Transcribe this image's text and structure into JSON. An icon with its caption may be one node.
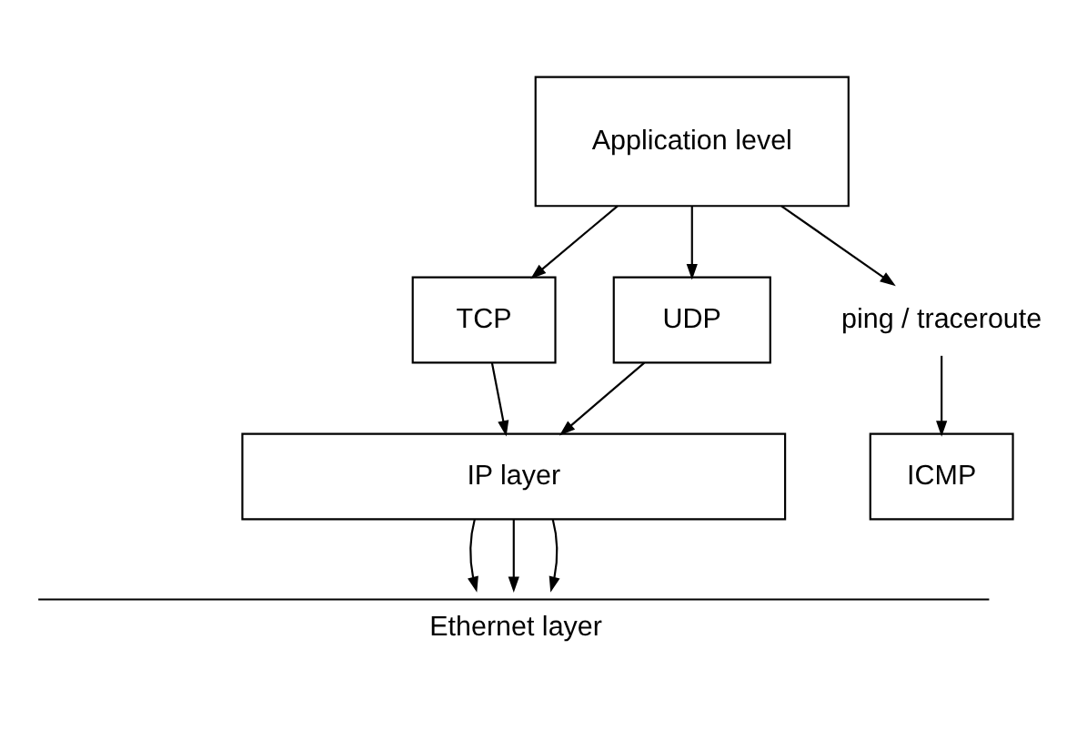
{
  "diagram": {
    "nodes": [
      {
        "text": [
          "Application level"
        ]
      },
      {
        "text": [
          "TCP"
        ]
      },
      {
        "text": [
          "UDP"
        ]
      },
      {
        "text": [
          "ping / traceroute"
        ]
      },
      {
        "text": [
          "IP layer"
        ]
      },
      {
        "text": [
          "ICMP"
        ]
      },
      {
        "text": [
          "Ethernet layer"
        ]
      }
    ],
    "edges": [
      {
        "from": 0,
        "to": 1,
        "arrow": "to"
      },
      {
        "from": 0,
        "to": 2,
        "arrow": "to"
      },
      {
        "from": 0,
        "to": 3,
        "arrow": "to"
      },
      {
        "from": 1,
        "to": 4,
        "arrow": "to"
      },
      {
        "from": 2,
        "to": 4,
        "arrow": "to"
      },
      {
        "from": 3,
        "to": 5,
        "arrow": "to"
      },
      {
        "from": 4,
        "to": 6,
        "arrow": "to"
      },
      {
        "from": 4,
        "to": 6,
        "arrow": "to"
      },
      {
        "from": 4,
        "to": 6,
        "arrow": "to"
      }
    ]
  }
}
